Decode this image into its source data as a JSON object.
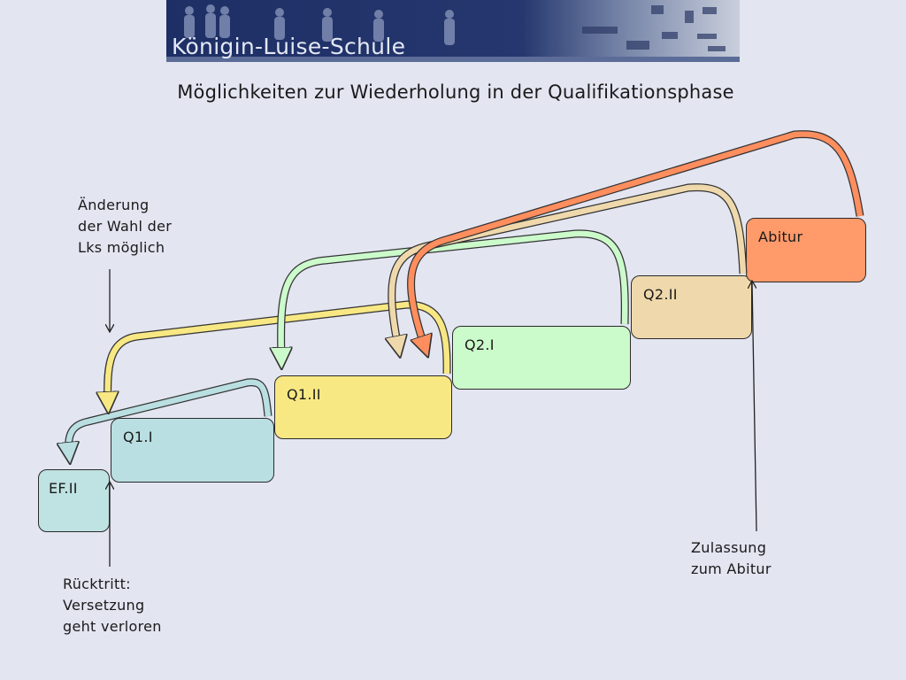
{
  "header": {
    "school_name": "Königin-Luise-Schule",
    "logo": "school-photo-banner"
  },
  "slide": {
    "title": "Möglichkeiten zur Wiederholung in der Qualifikationsphase"
  },
  "stages": [
    {
      "label": "EF.II",
      "color": "#bfe2e2"
    },
    {
      "label": "Q1.I",
      "color": "#b9dfe2"
    },
    {
      "label": "Q1.II",
      "color": "#f8e883"
    },
    {
      "label": "Q2.I",
      "color": "#ccfbcb"
    },
    {
      "label": "Q2.II",
      "color": "#efd9ac"
    },
    {
      "label": "Abitur",
      "color": "#ff9a6a"
    }
  ],
  "notes": {
    "lk_change": [
      "Änderung",
      "der Wahl der",
      "Lks möglich"
    ],
    "withdrawal": [
      "Rücktritt:",
      "Versetzung",
      "geht verloren"
    ],
    "admission": [
      "Zulassung",
      "zum Abitur"
    ]
  },
  "arrow_colors": {
    "q1i_to_efii": "#b9dfe2",
    "q1ii_to_q1i": "#f8e883",
    "q2i_to_q1ii": "#ccfbcb",
    "q2ii_to_q1ii": "#efd9ac",
    "abitur_to_q1ii": "#ff8e5e"
  }
}
